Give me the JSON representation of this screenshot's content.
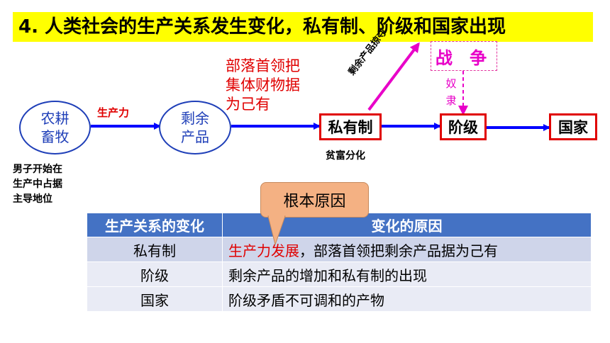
{
  "title": "4. 人类社会的生产关系发生变化，私有制、阶级和国家出现",
  "diagram": {
    "node_farming": [
      "农耕",
      "畜牧"
    ],
    "node_surplus": [
      "剩余",
      "产品"
    ],
    "arrow_productivity": "生产力",
    "chief_claim": [
      "部落首领把",
      "集体财物据",
      "为己有"
    ],
    "private_ownership": "私有制",
    "class": "阶级",
    "state": "国家",
    "war": "战 争",
    "slave": [
      "奴",
      "隶"
    ],
    "plunder": "剩余产品掠夺",
    "wealth_gap": "贫富分化",
    "men_dominant": [
      "男子开始在",
      "生产中占据",
      "主导地位"
    ]
  },
  "callout": "根本原因",
  "table": {
    "headers": [
      "生产关系的变化",
      "变化的原因"
    ],
    "rows": [
      {
        "change": "私有制",
        "reason_highlight": "生产力发展",
        "reason_rest": "，部落首领把剩余产品据为己有"
      },
      {
        "change": "阶级",
        "reason_highlight": "",
        "reason_rest": "剩余产品的增加和私有制的出现"
      },
      {
        "change": "国家",
        "reason_highlight": "",
        "reason_rest": "阶级矛盾不可调和的产物"
      }
    ]
  },
  "colors": {
    "title_bg": "#ffff00",
    "arrow": "#0000ff",
    "box_border": "#e00000",
    "war": "#e800c8",
    "table_header": "#4472c4",
    "callout": "#f4b183"
  }
}
